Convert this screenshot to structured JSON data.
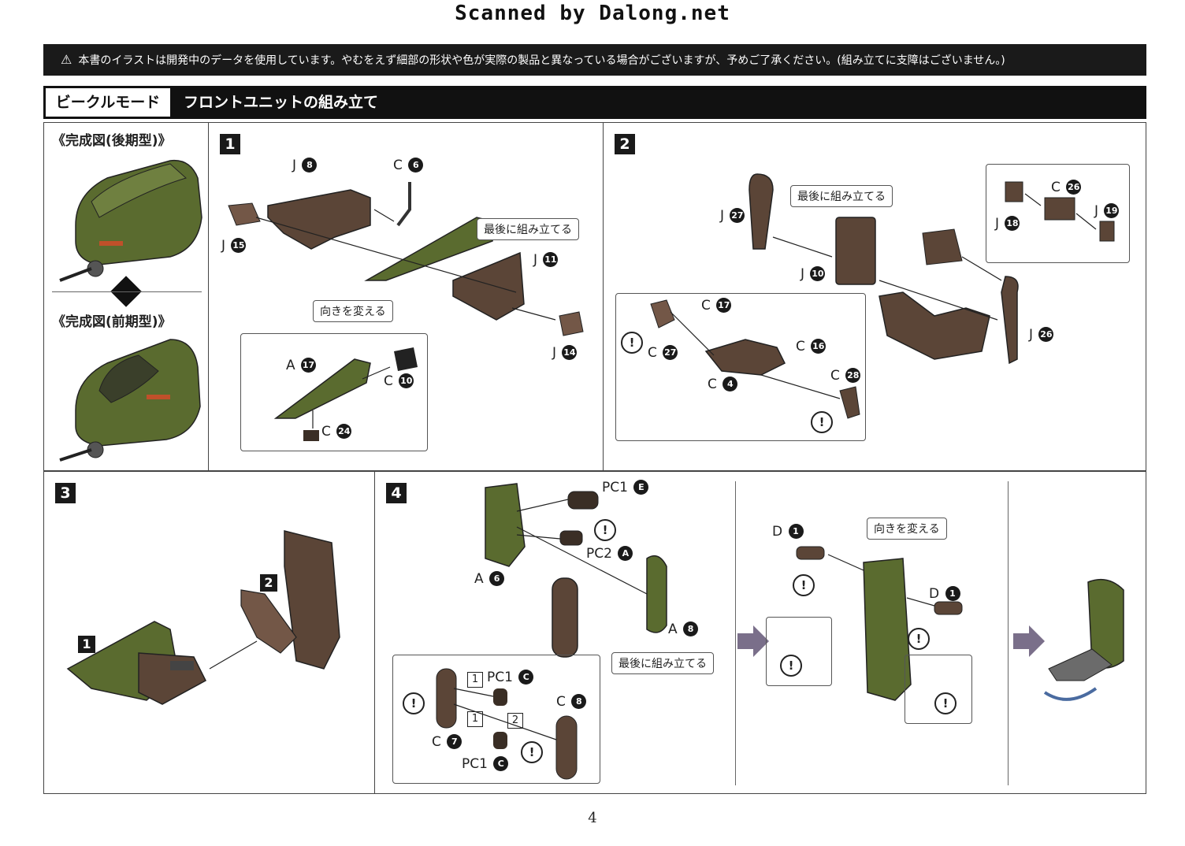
{
  "watermark": "Scanned by Dalong.net",
  "warning": {
    "icon": "warning-triangle-icon",
    "text": "本書のイラストは開発中のデータを使用しています。やむをえず細部の形状や色が実際の製品と異なっている場合がございますが、予めご了承ください。(組み立てに支障はございません。)"
  },
  "header": {
    "mode": "ビークルモード",
    "title": "フロントユニットの組み立て"
  },
  "completed": {
    "late_label": "《完成図(後期型)》",
    "early_label": "《完成図(前期型)》"
  },
  "colors": {
    "olive": "#5a6b2f",
    "olive_light": "#6f8040",
    "brown": "#5b4537",
    "brown_light": "#735747",
    "dark": "#1a1a1a"
  },
  "step1": {
    "number": "1",
    "callout_last": "最後に組み立てる",
    "callout_orient": "向きを変える",
    "parts": [
      {
        "letter": "J",
        "num": "8"
      },
      {
        "letter": "C",
        "num": "6"
      },
      {
        "letter": "J",
        "num": "15"
      },
      {
        "letter": "J",
        "num": "11"
      },
      {
        "letter": "J",
        "num": "14"
      },
      {
        "letter": "A",
        "num": "17"
      },
      {
        "letter": "C",
        "num": "10"
      },
      {
        "letter": "C",
        "num": "24"
      }
    ]
  },
  "step2": {
    "number": "2",
    "callout_last": "最後に組み立てる",
    "parts": [
      {
        "letter": "J",
        "num": "27"
      },
      {
        "letter": "J",
        "num": "10"
      },
      {
        "letter": "C",
        "num": "26"
      },
      {
        "letter": "J",
        "num": "18"
      },
      {
        "letter": "J",
        "num": "19"
      },
      {
        "letter": "J",
        "num": "26"
      },
      {
        "letter": "C",
        "num": "17"
      },
      {
        "letter": "C",
        "num": "27"
      },
      {
        "letter": "C",
        "num": "16"
      },
      {
        "letter": "C",
        "num": "28"
      },
      {
        "letter": "C",
        "num": "4"
      }
    ]
  },
  "step3": {
    "number": "3",
    "sub1": "1",
    "sub2": "2"
  },
  "step4": {
    "number": "4",
    "callout_last": "最後に組み立てる",
    "callout_orient": "向きを変える",
    "parts": [
      {
        "letter": "PC1",
        "num": "E"
      },
      {
        "letter": "PC2",
        "num": "A"
      },
      {
        "letter": "A",
        "num": "6"
      },
      {
        "letter": "A",
        "num": "8"
      },
      {
        "letter": "PC1",
        "num": "C"
      },
      {
        "letter": "C",
        "num": "8"
      },
      {
        "letter": "C",
        "num": "7"
      },
      {
        "letter": "PC1",
        "num": "C"
      },
      {
        "letter": "D",
        "num": "1"
      },
      {
        "letter": "D",
        "num": "1"
      }
    ],
    "order1": "1",
    "order2": "2"
  },
  "warn_symbol": "!",
  "page_number": "4"
}
